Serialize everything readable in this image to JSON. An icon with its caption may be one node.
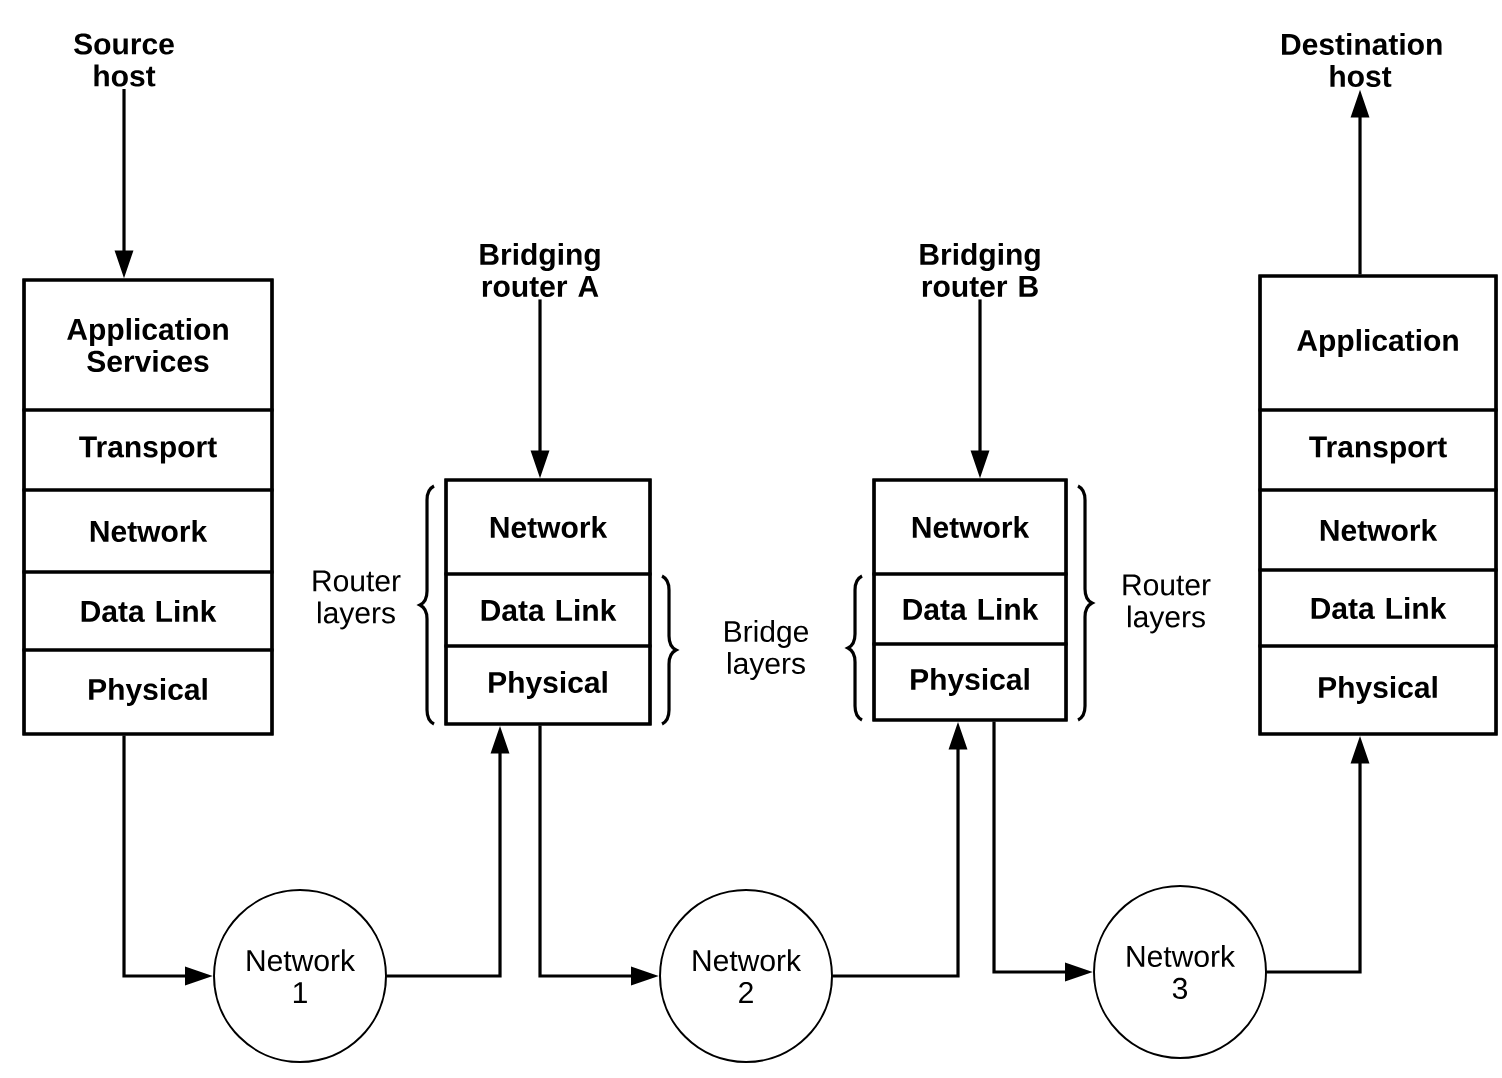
{
  "diagram": {
    "nodes": [
      {
        "text": [
          "Source host"
        ]
      },
      {
        "text": [],
        "shape": "box"
      },
      {
        "text": [
          "Application Services"
        ],
        "in": 1
      },
      {
        "text": [
          "Transport"
        ],
        "in": 1
      },
      {
        "text": [
          "Network"
        ],
        "in": 1
      },
      {
        "text": [
          "Data Link"
        ],
        "in": 1
      },
      {
        "text": [
          "Physical"
        ],
        "in": 1
      },
      {
        "text": [
          "Bridging router A"
        ]
      },
      {
        "text": [],
        "shape": "box"
      },
      {
        "text": [
          "Network"
        ],
        "in": 8
      },
      {
        "text": [
          "Data Link"
        ],
        "in": 8
      },
      {
        "text": [
          "Physical"
        ],
        "in": 8
      },
      {
        "text": [
          "Bridging router B"
        ]
      },
      {
        "text": [],
        "shape": "box"
      },
      {
        "text": [
          "Network"
        ],
        "in": 13
      },
      {
        "text": [
          "Data Link"
        ],
        "in": 13
      },
      {
        "text": [
          "Physical"
        ],
        "in": 13
      },
      {
        "text": [
          "Destination host"
        ]
      },
      {
        "text": [],
        "shape": "box"
      },
      {
        "text": [
          "Application"
        ],
        "in": 18
      },
      {
        "text": [
          "Transport"
        ],
        "in": 18
      },
      {
        "text": [
          "Network"
        ],
        "in": 18
      },
      {
        "text": [
          "Data Link"
        ],
        "in": 18
      },
      {
        "text": [
          "Physical"
        ],
        "in": 18
      },
      {
        "text": [
          "Network 1"
        ]
      },
      {
        "text": [
          "Network 2"
        ]
      },
      {
        "text": [
          "Network 3"
        ]
      }
    ],
    "edges": [
      {
        "from": 0,
        "to": 1,
        "arrow": "to"
      },
      {
        "from": 6,
        "to": 24,
        "arrow": "to"
      },
      {
        "from": 24,
        "to": 11,
        "arrow": "to"
      },
      {
        "from": 7,
        "to": 8,
        "arrow": "to"
      },
      {
        "from": 11,
        "to": 25,
        "arrow": "to"
      },
      {
        "from": 25,
        "to": 16,
        "arrow": "to"
      },
      {
        "from": 12,
        "to": 13,
        "arrow": "to"
      },
      {
        "from": 16,
        "to": 26,
        "arrow": "to"
      },
      {
        "from": 26,
        "to": 23,
        "arrow": "to"
      },
      {
        "from": 18,
        "to": 17,
        "arrow": "to"
      }
    ],
    "labels": [
      "Router layers",
      "Bridge layers",
      "Router layers"
    ]
  }
}
